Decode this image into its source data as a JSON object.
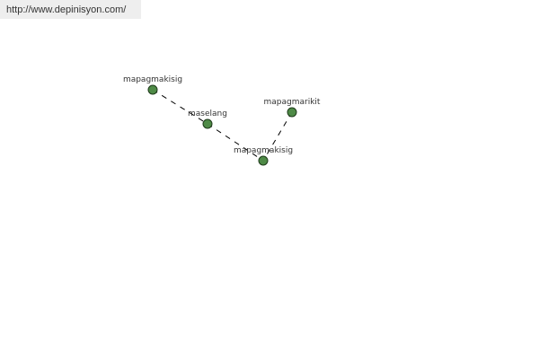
{
  "url_label": "http://www.depinisyon.com/",
  "nodes": [
    {
      "id": "n1",
      "label": "mapagmakisig"
    },
    {
      "id": "n2",
      "label": "maselang"
    },
    {
      "id": "n3",
      "label": "mapagmakisig"
    },
    {
      "id": "n4",
      "label": "mapagmarikit"
    }
  ],
  "edges": [
    [
      "n1",
      "n2"
    ],
    [
      "n2",
      "n3"
    ],
    [
      "n4",
      "n3"
    ]
  ],
  "colors": {
    "node_fill": "#4e8a46",
    "node_stroke": "#1e3a1a",
    "edge": "#000000"
  }
}
